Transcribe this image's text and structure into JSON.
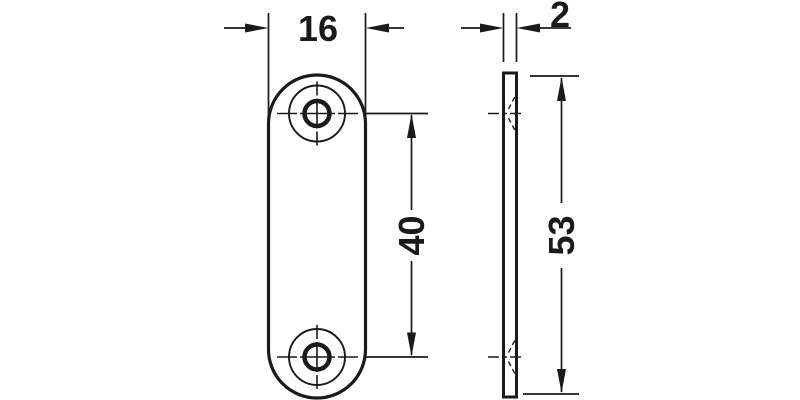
{
  "drawing": {
    "background_color": "#ffffff",
    "line_color": "#1a1a1a",
    "dimensions": {
      "plate_width_label": "16",
      "hole_spacing_label": "40",
      "plate_thickness_label": "2",
      "plate_height_label": "53"
    }
  }
}
